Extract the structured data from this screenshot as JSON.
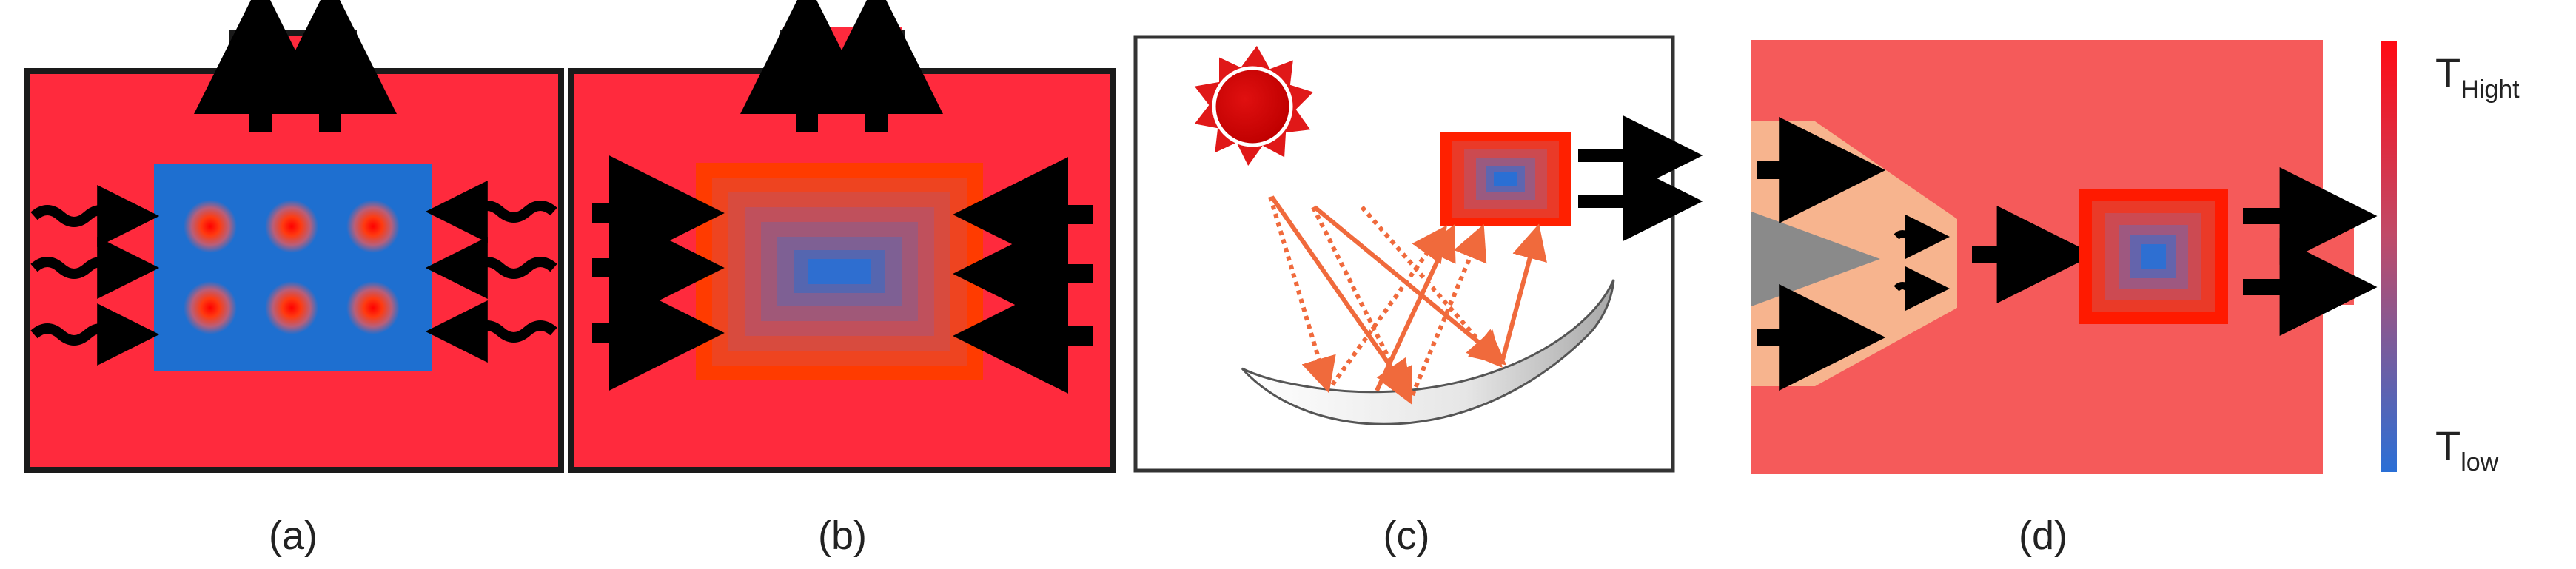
{
  "captions": {
    "a": "(a)",
    "b": "(b)",
    "c": "(c)",
    "d": "(d)"
  },
  "legend": {
    "high_main": "T",
    "high_sub": "Hight",
    "low_main": "T",
    "low_sub": "low"
  },
  "colors": {
    "hot": "#ff2a3d",
    "cold": "#1e6fd0",
    "orange": "#ff3b00",
    "peach": "#f7b48e",
    "furnace": "#f55a5a",
    "arrow": "#000000",
    "ray": "#f06a3c",
    "frame": "#1a1a1a"
  },
  "icons": {
    "sun": "sun-icon",
    "mirror": "parabolic-mirror-icon",
    "arrow": "arrow-right-icon",
    "wavy_arrow": "wavy-arrow-icon"
  }
}
